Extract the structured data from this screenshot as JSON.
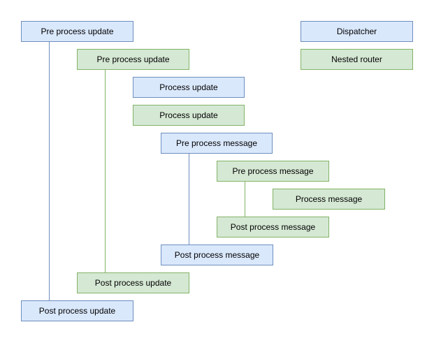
{
  "colors": {
    "background": "#ffffff",
    "text": "#000000",
    "blue_fill": "#dae8fc",
    "blue_stroke": "#6c8ebf",
    "green_fill": "#d5e8d4",
    "green_stroke": "#82b366"
  },
  "diagram": {
    "nodes": [
      {
        "label": "Pre process update",
        "type": "blue"
      },
      {
        "label": "Pre process update",
        "type": "green"
      },
      {
        "label": "Process update",
        "type": "blue"
      },
      {
        "label": "Process update",
        "type": "green"
      },
      {
        "label": "Pre process message",
        "type": "blue"
      },
      {
        "label": "Pre process message",
        "type": "green"
      },
      {
        "label": "Process message",
        "type": "green"
      },
      {
        "label": "Post process message",
        "type": "green"
      },
      {
        "label": "Post process message",
        "type": "blue"
      },
      {
        "label": "Post process update",
        "type": "green"
      },
      {
        "label": "Post process update",
        "type": "blue"
      },
      {
        "label": "Dispatcher",
        "type": "blue"
      },
      {
        "label": "Nested router",
        "type": "green"
      }
    ],
    "connectors": [
      {
        "from": "Pre process update (blue)",
        "to": "Post process update (blue)",
        "color": "blue"
      },
      {
        "from": "Pre process update (green)",
        "to": "Post process update (green)",
        "color": "green"
      },
      {
        "from": "Pre process message (blue)",
        "to": "Post process message (blue)",
        "color": "blue"
      },
      {
        "from": "Pre process message (green)",
        "to": "Post process message (green)",
        "color": "green"
      }
    ]
  }
}
